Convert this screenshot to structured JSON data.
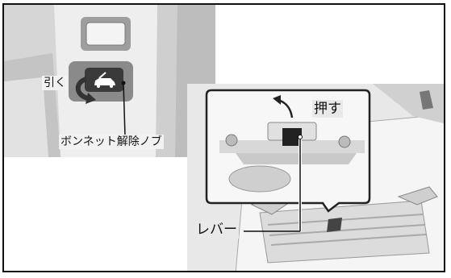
{
  "labels": {
    "pull": "引く",
    "hood_release_knob": "ボンネット解除ノブ",
    "push": "押す",
    "lever": "レバー"
  }
}
